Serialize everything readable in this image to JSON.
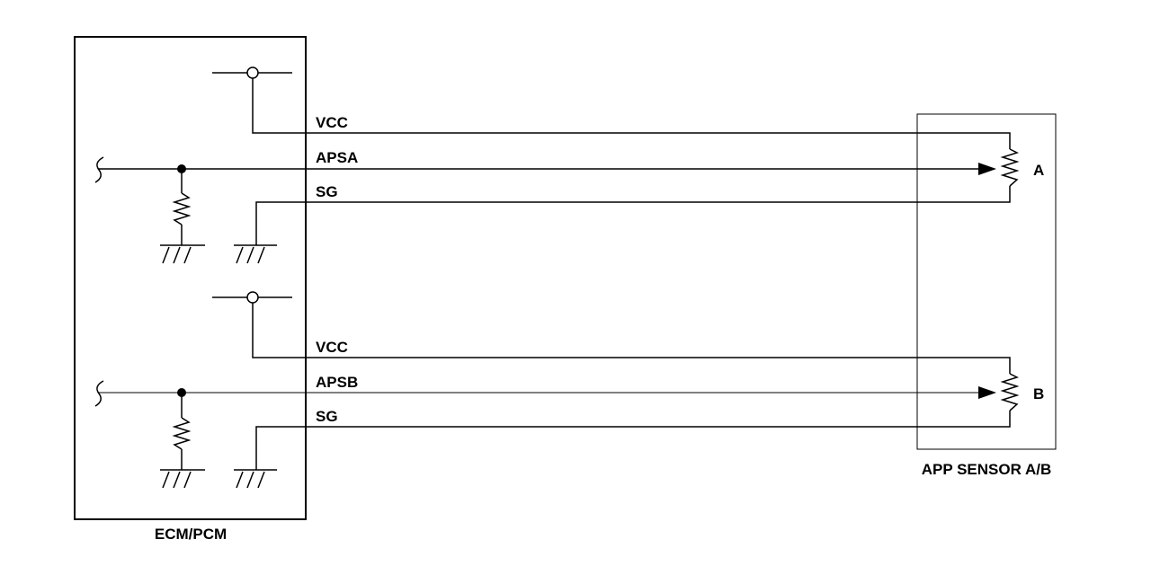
{
  "ecm": {
    "label": "ECM/PCM"
  },
  "sensor": {
    "label": "APP SENSOR A/B",
    "element_a": "A",
    "element_b": "B"
  },
  "circuits": [
    {
      "vcc": "VCC",
      "signal": "APSA",
      "ground": "SG"
    },
    {
      "vcc": "VCC",
      "signal": "APSB",
      "ground": "SG"
    }
  ]
}
